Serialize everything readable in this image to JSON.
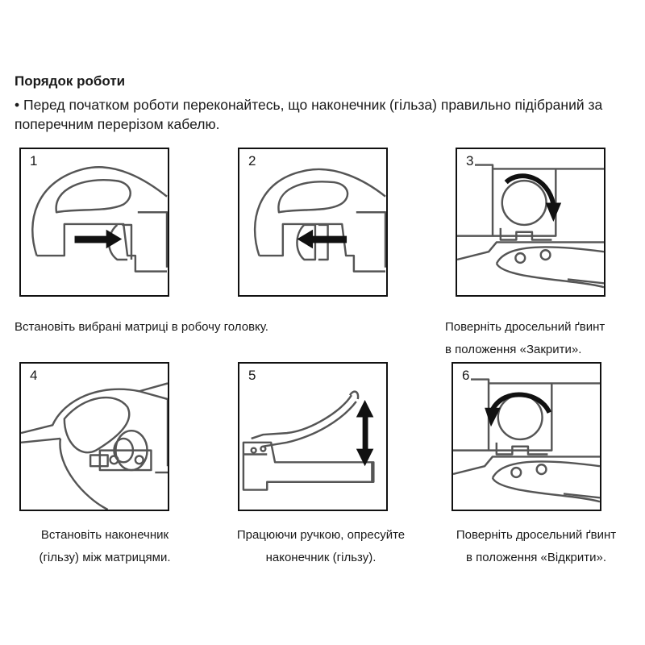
{
  "heading": "Порядок роботи",
  "intro": "• Перед початком роботи переконайтесь, що наконечник (гільза) правильно підібраний за поперечним перерізом кабелю.",
  "steps": [
    {
      "number": "1",
      "caption": [
        "Встановіть вибрані матриці в робочу головку."
      ],
      "icon": "die-insert-arrow-right"
    },
    {
      "number": "2",
      "caption": [],
      "icon": "die-insert-arrow-left"
    },
    {
      "number": "3",
      "caption": [
        "Поверніть дросельний ґвинт",
        "в положення «Закрити»."
      ],
      "icon": "valve-rotate-clockwise"
    },
    {
      "number": "4",
      "caption": [
        "Встановіть наконечник",
        "(гільзу) між матрицями."
      ],
      "icon": "lug-insert"
    },
    {
      "number": "5",
      "caption": [
        "Працюючи ручкою, опресуйте",
        "наконечник (гільзу)."
      ],
      "icon": "handle-pump-up-down"
    },
    {
      "number": "6",
      "caption": [
        "Поверніть дросельний ґвинт",
        "в положення «Відкрити»."
      ],
      "icon": "valve-rotate-counterclockwise"
    }
  ]
}
